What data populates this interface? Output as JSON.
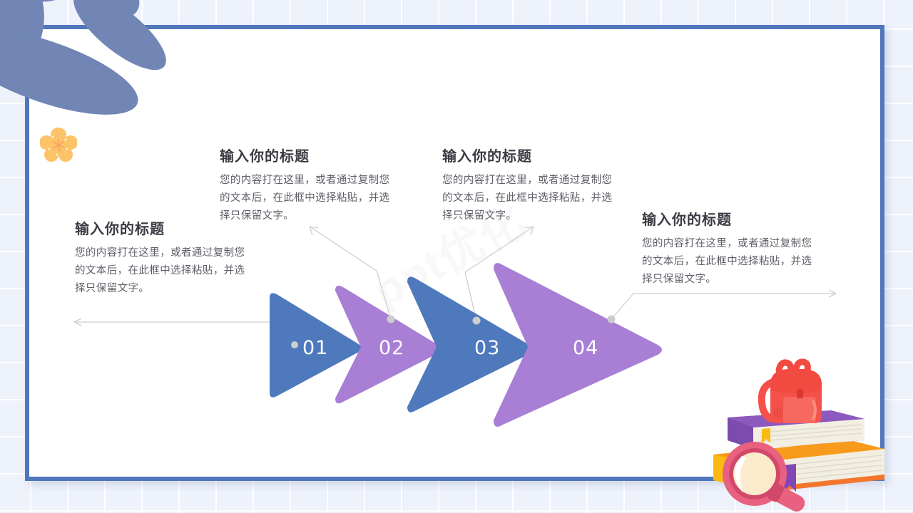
{
  "slide": {
    "background_color": "#eef2fb",
    "grid_line_color": "#ffffff",
    "card_border_color": "#5077bd",
    "card_background": "#ffffff",
    "watermark_text": "ppt优化"
  },
  "theme": {
    "blue": "#4f79bd",
    "purple": "#a87fd5",
    "connector_color": "#cfcfcf",
    "title_color": "#3b3b44",
    "body_color": "#5e5e68",
    "flower_color": "#fcc368",
    "leaf_color": "#7186b5"
  },
  "steps": [
    {
      "number": "01",
      "color": "#4f79bd",
      "title": "输入你的标题",
      "body": "您的内容打在这里，或者通过复制您的文本后，在此框中选择粘贴，并选择只保留文字。"
    },
    {
      "number": "02",
      "color": "#a87fd5",
      "title": "输入你的标题",
      "body": "您的内容打在这里，或者通过复制您的文本后，在此框中选择粘贴，并选择只保留文字。"
    },
    {
      "number": "03",
      "color": "#4f79bd",
      "title": "输入你的标题",
      "body": "您的内容打在这里，或者通过复制您的文本后，在此框中选择粘贴，并选择只保留文字。"
    },
    {
      "number": "04",
      "color": "#a87fd5",
      "title": "输入你的标题",
      "body": "您的内容打在这里，或者通过复制您的文本后，在此框中选择粘贴，并选择只保留文字。"
    }
  ],
  "decorations": {
    "flower_label": "flower",
    "leaves_label": "leaves",
    "illustration_label": "books-backpack-magnifier"
  }
}
